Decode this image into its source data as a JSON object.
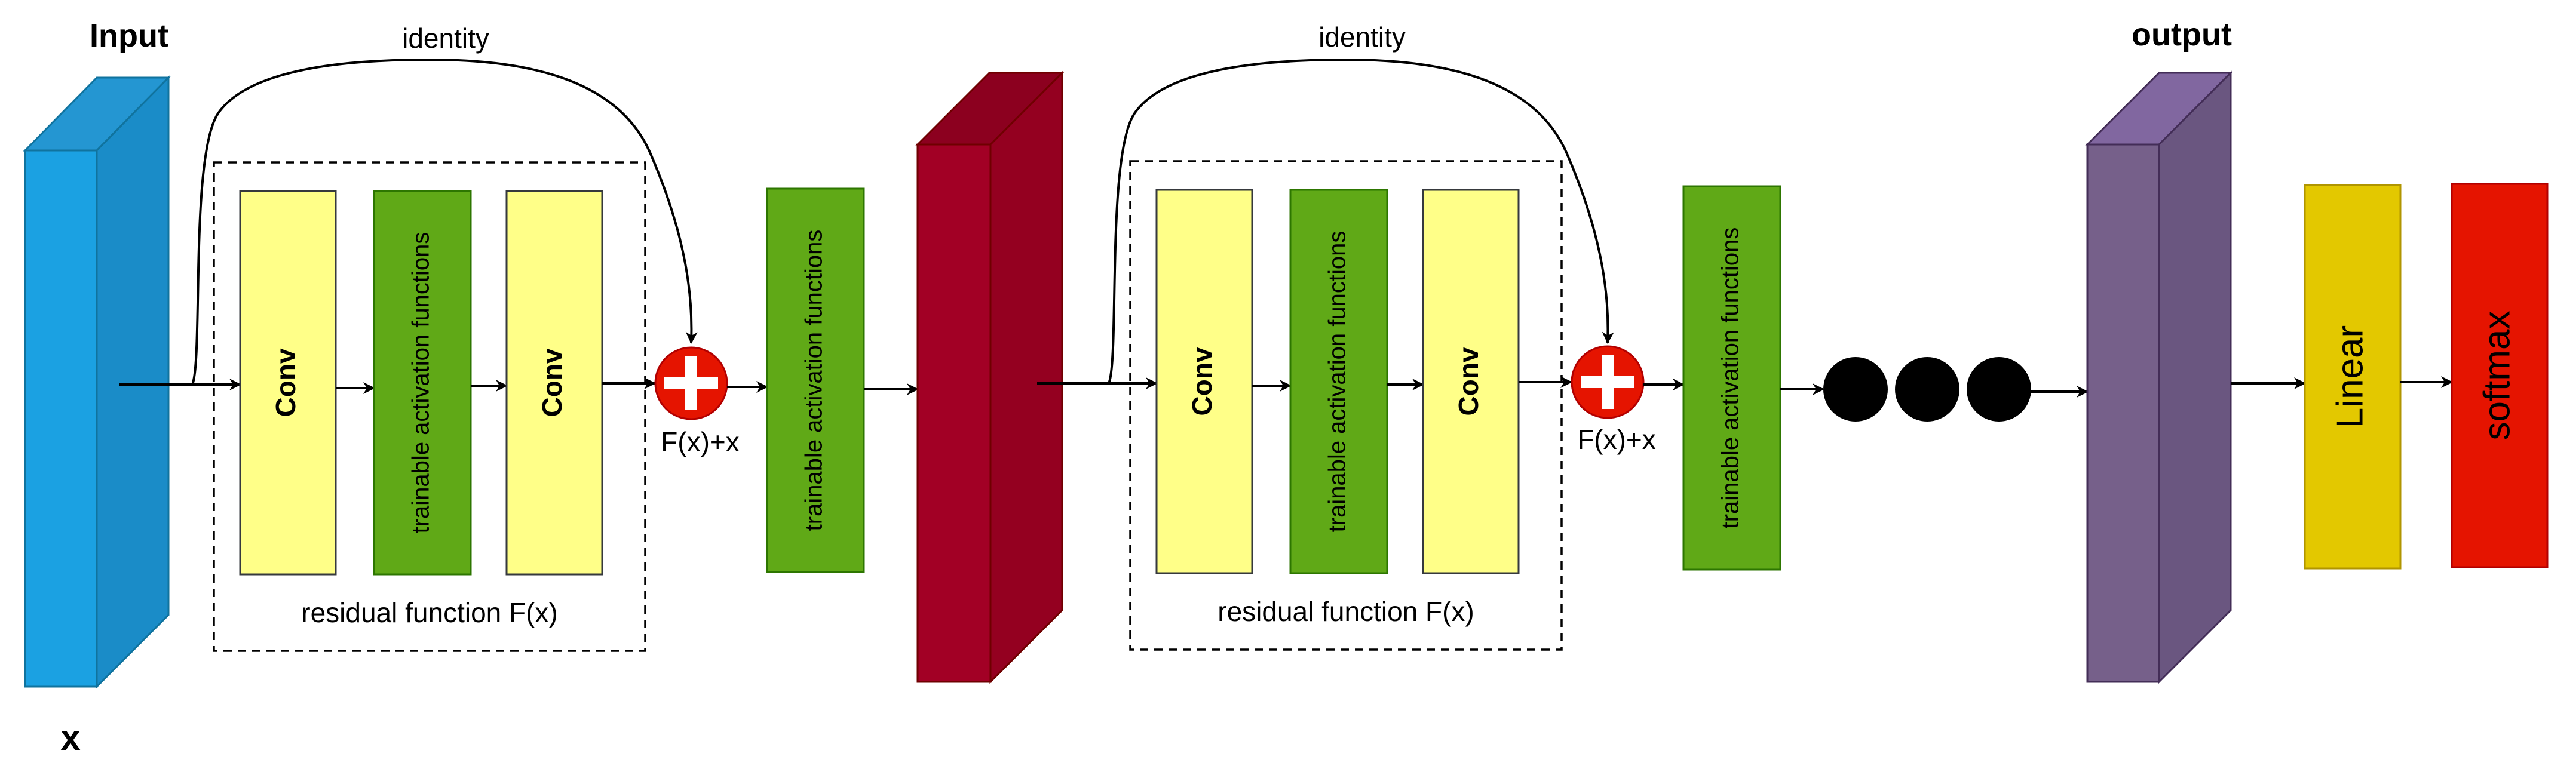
{
  "input_block": {
    "title": "Input",
    "var": "x",
    "front_color": "#1BA1E2",
    "side_color": "#1A8CC8",
    "top_color": "#2496D2"
  },
  "output_block": {
    "title": "output",
    "front_color": "#76608A",
    "side_color": "#6A5680",
    "top_color": "#8167A0"
  },
  "mid_block": {
    "front_color": "#A20025",
    "side_color": "#940020",
    "top_color": "#8C001F"
  },
  "residual_blocks": [
    {
      "identity_label": "identity",
      "region_label": "residual function F(x)",
      "conv1": "Conv",
      "activation": "trainable activation functions",
      "conv2": "Conv",
      "add_label": "F(x)+x",
      "post_activation": "trainable activation functions"
    },
    {
      "identity_label": "identity",
      "region_label": "residual function F(x)",
      "conv1": "Conv",
      "activation": "trainable activation functions",
      "conv2": "Conv",
      "add_label": "F(x)+x",
      "post_activation": "trainable activation functions"
    }
  ],
  "head": {
    "linear": "Linear",
    "softmax": "softmax"
  },
  "colors": {
    "conv_fill": "#FFFF88",
    "conv_stroke": "#36393D",
    "activation_fill": "#60A917",
    "activation_stroke": "#2D7600",
    "add_fill": "#E51400",
    "linear_fill": "#E3C800",
    "linear_stroke": "#B09500",
    "softmax_fill": "#E51400",
    "softmax_stroke": "#B20000",
    "ellipsis_fill": "#000000"
  }
}
